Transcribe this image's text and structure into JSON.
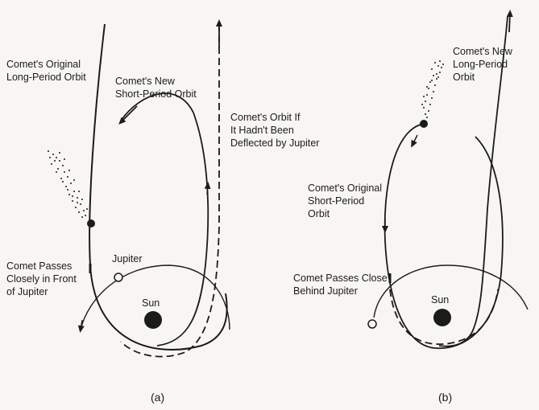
{
  "panels": [
    {
      "caption": "(a)",
      "labels": {
        "original_orbit": [
          "Comet's Original",
          "Long-Period Orbit"
        ],
        "new_orbit": [
          "Comet's New",
          "Short-Period Orbit"
        ],
        "undeflected_orbit": [
          "Comet's Orbit If",
          "It Hadn't Been",
          "Deflected by Jupiter"
        ],
        "encounter": [
          "Comet Passes",
          "Closely in Front",
          "of Jupiter"
        ],
        "planet": "Jupiter",
        "star": "Sun"
      }
    },
    {
      "caption": "(b)",
      "labels": {
        "new_orbit": [
          "Comet's New",
          "Long-Period",
          "Orbit"
        ],
        "original_orbit": [
          "Comet's Original",
          "Short-Period",
          "Orbit"
        ],
        "encounter": [
          "Comet Passes Close",
          "Behind Jupiter"
        ],
        "star": "Sun"
      }
    }
  ],
  "colors": {
    "ink": "#1b1b1b",
    "paper": "#f7f6f2"
  }
}
